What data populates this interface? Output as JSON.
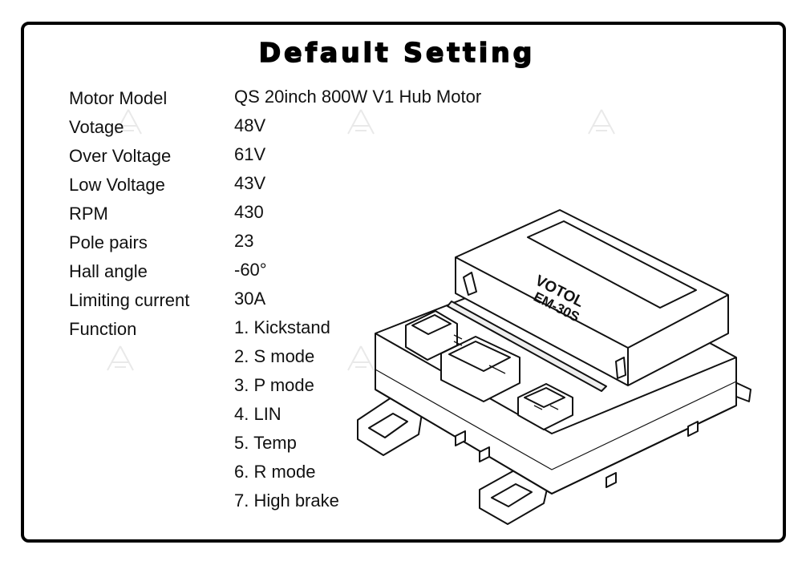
{
  "title": "Default Setting",
  "specs": [
    {
      "label": "Motor Model",
      "value": "QS 20inch 800W V1 Hub Motor"
    },
    {
      "label": "Votage",
      "value": "48V"
    },
    {
      "label": "Over Voltage",
      "value": "61V"
    },
    {
      "label": "Low Voltage",
      "value": "43V"
    },
    {
      "label": "RPM",
      "value": "430"
    },
    {
      "label": "Pole pairs",
      "value": "23"
    },
    {
      "label": "Hall angle",
      "value": "-60°"
    },
    {
      "label": "Limiting current",
      "value": "30A"
    },
    {
      "label": "Function",
      "value": "1. Kickstand"
    }
  ],
  "functions": [
    "2. S mode",
    "3. P mode",
    "4. LIN",
    "5. Temp",
    "6. R mode",
    "7. High brake"
  ],
  "device": {
    "brand": "VOTOL",
    "model": "EM-30S"
  }
}
